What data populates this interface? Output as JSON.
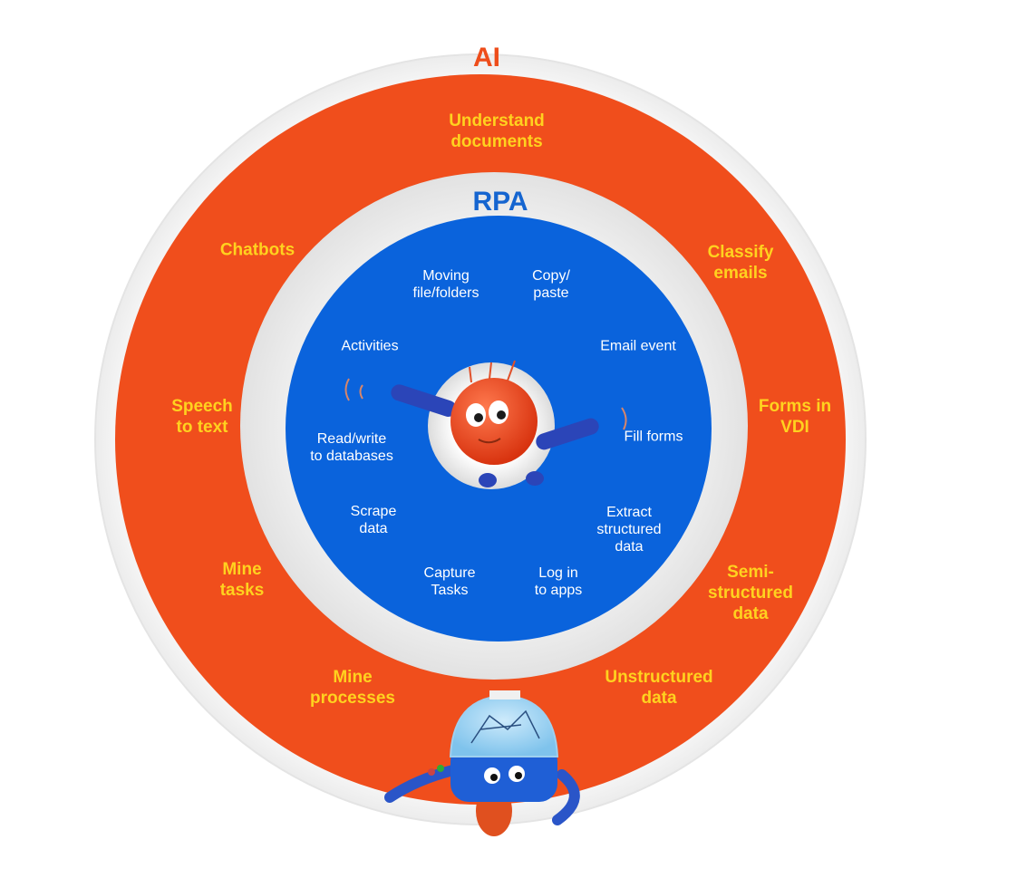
{
  "colors": {
    "outer_white": "#ffffff",
    "ai_ring": "#f04e1c",
    "rpa_ring": "#ffffff",
    "rpa_core": "#0a63dc",
    "ai_text": "#ffd21f",
    "ai_title": "#ee4d1b",
    "rpa_title": "#1565d0",
    "rpa_text": "#ffffff"
  },
  "ai": {
    "title": "AI",
    "items": [
      "Understand\ndocuments",
      "Classify\nemails",
      "Forms in\nVDI",
      "Semi-\nstructured\ndata",
      "Unstructured\ndata",
      "Mine\nprocesses",
      "Mine\ntasks",
      "Speech\nto text",
      "Chatbots"
    ]
  },
  "rpa": {
    "title": "RPA",
    "items": [
      "Moving\nfile/folders",
      "Copy/\npaste",
      "Email event",
      "Fill forms",
      "Extract\nstructured\ndata",
      "Log in\nto apps",
      "Capture\nTasks",
      "Scrape\ndata",
      "Read/write\nto databases",
      "Activities"
    ]
  },
  "mascots": {
    "rpa_robot_icon": "rpa-robot-mascot",
    "ai_robot_icon": "ai-robot-mascot"
  }
}
